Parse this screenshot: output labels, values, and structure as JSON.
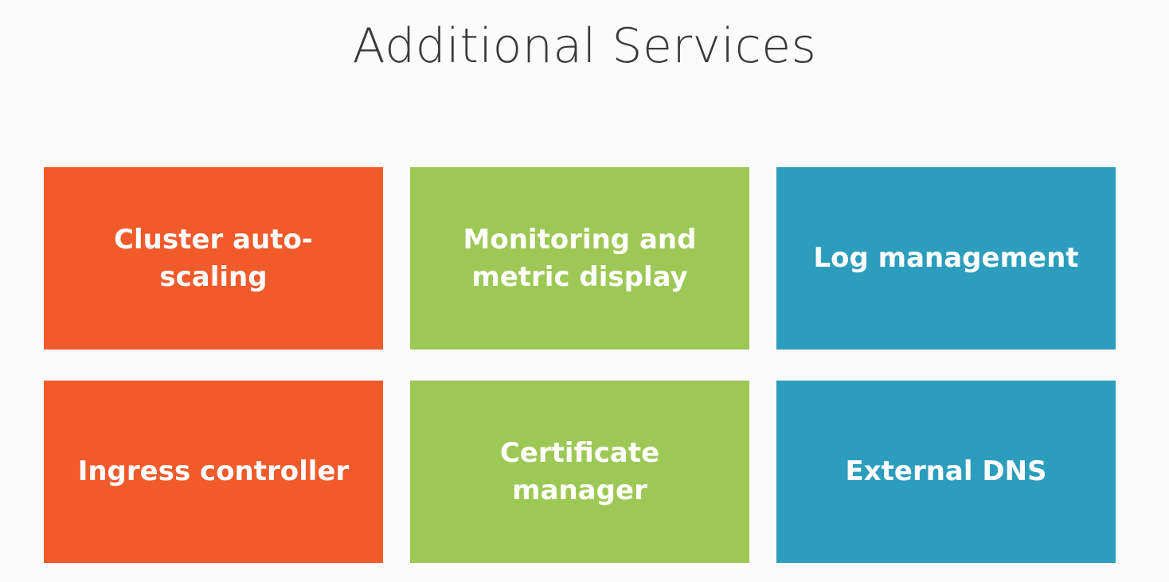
{
  "slide": {
    "title": "Additional Services"
  },
  "tiles": [
    {
      "label": "Cluster auto-scaling",
      "color": "#f15a2b"
    },
    {
      "label": "Monitoring and\nmetric display",
      "color": "#9dc855"
    },
    {
      "label": "Log management",
      "color": "#2c9dbd"
    },
    {
      "label": "Ingress controller",
      "color": "#f15a2b"
    },
    {
      "label": "Certificate manager",
      "color": "#9dc855"
    },
    {
      "label": "External DNS",
      "color": "#2c9dbd"
    }
  ]
}
